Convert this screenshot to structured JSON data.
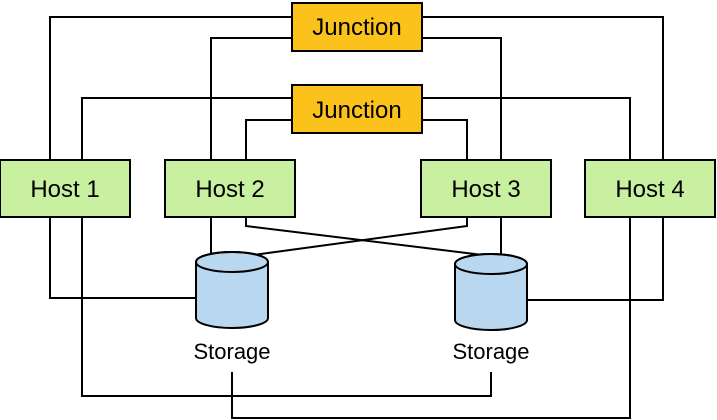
{
  "junctions": [
    {
      "label": "Junction"
    },
    {
      "label": "Junction"
    }
  ],
  "hosts": [
    {
      "label": "Host 1"
    },
    {
      "label": "Host 2"
    },
    {
      "label": "Host 3"
    },
    {
      "label": "Host 4"
    }
  ],
  "storage": [
    {
      "label": "Storage"
    },
    {
      "label": "Storage"
    }
  ],
  "colors": {
    "host_fill": "#c9f0a0",
    "junction_fill": "#fcc21c",
    "storage_fill": "#b9d7ef",
    "line": "#000000"
  }
}
